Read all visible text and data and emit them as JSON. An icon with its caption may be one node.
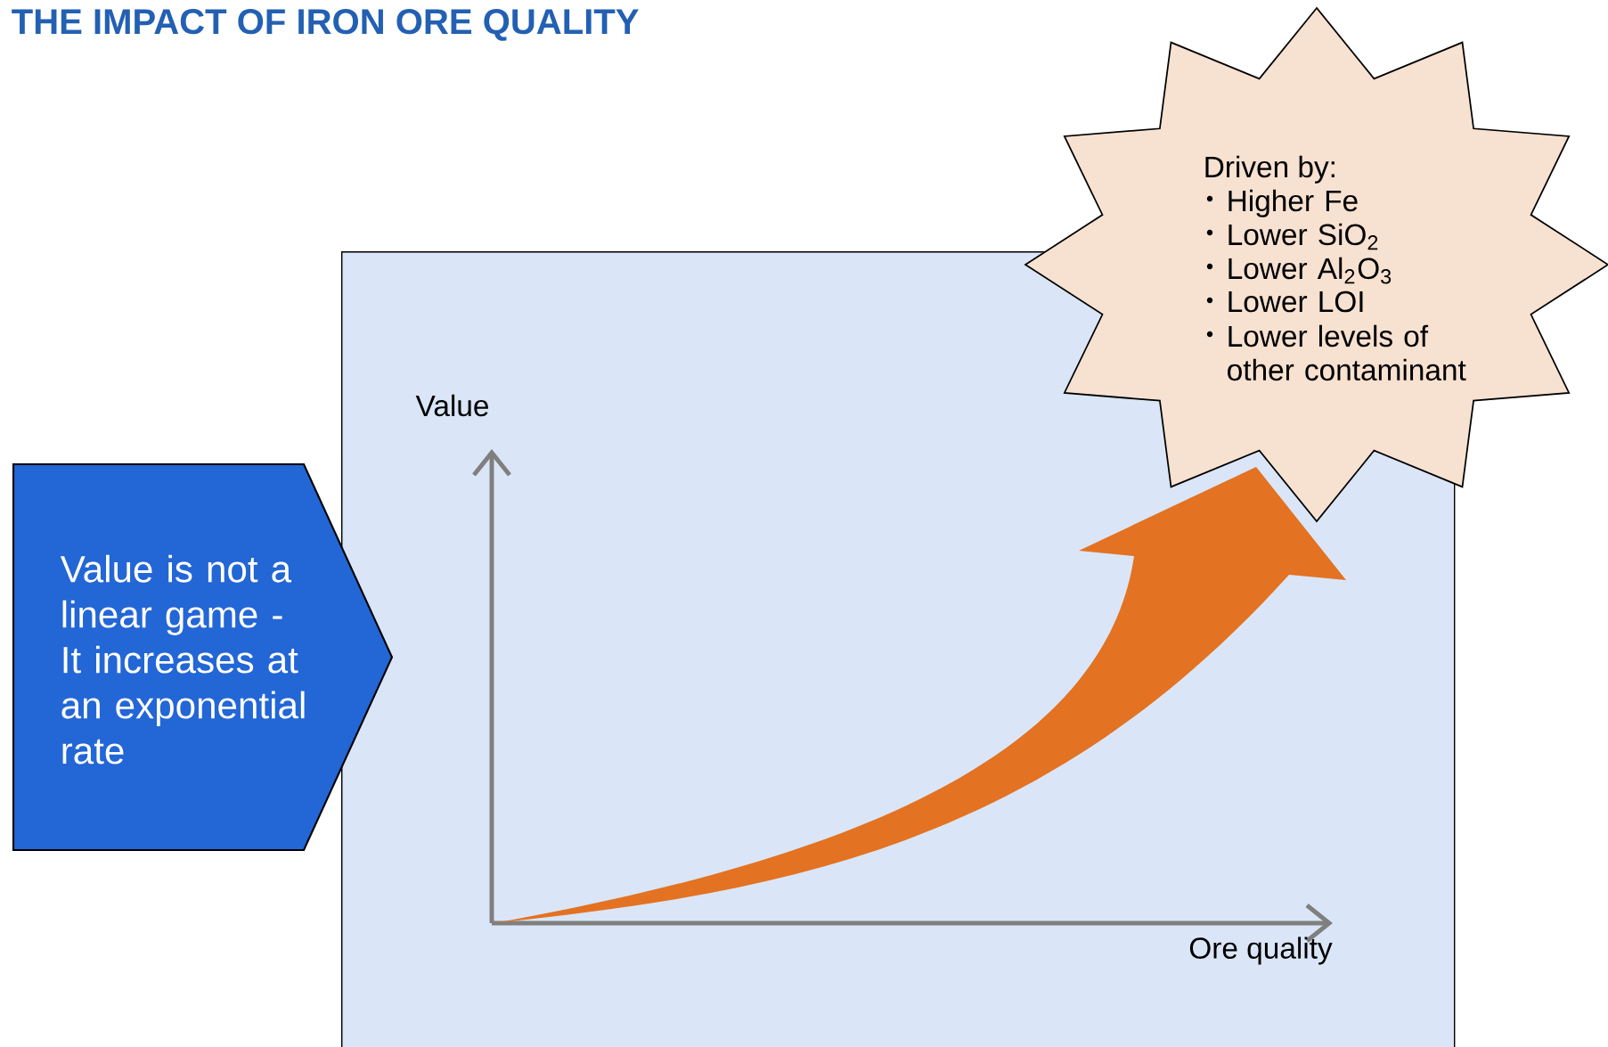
{
  "diagram": {
    "title": "THE IMPACT OF IRON ORE QUALITY",
    "nodes": [
      {
        "text": [
          "Value is not a linear game - It increases at an exponential rate"
        ]
      },
      {
        "text": [],
        "shape": "box"
      },
      {
        "text": [
          "Driven by:",
          "Higher Fe",
          "Lower SiO$_{2}$",
          "Lower Al$_{2}$O$_{3}$",
          "Lower LOI",
          "Lower levels of other contaminant"
        ]
      }
    ],
    "edges": [],
    "labels": [
      "Value",
      "Ore quality"
    ]
  }
}
